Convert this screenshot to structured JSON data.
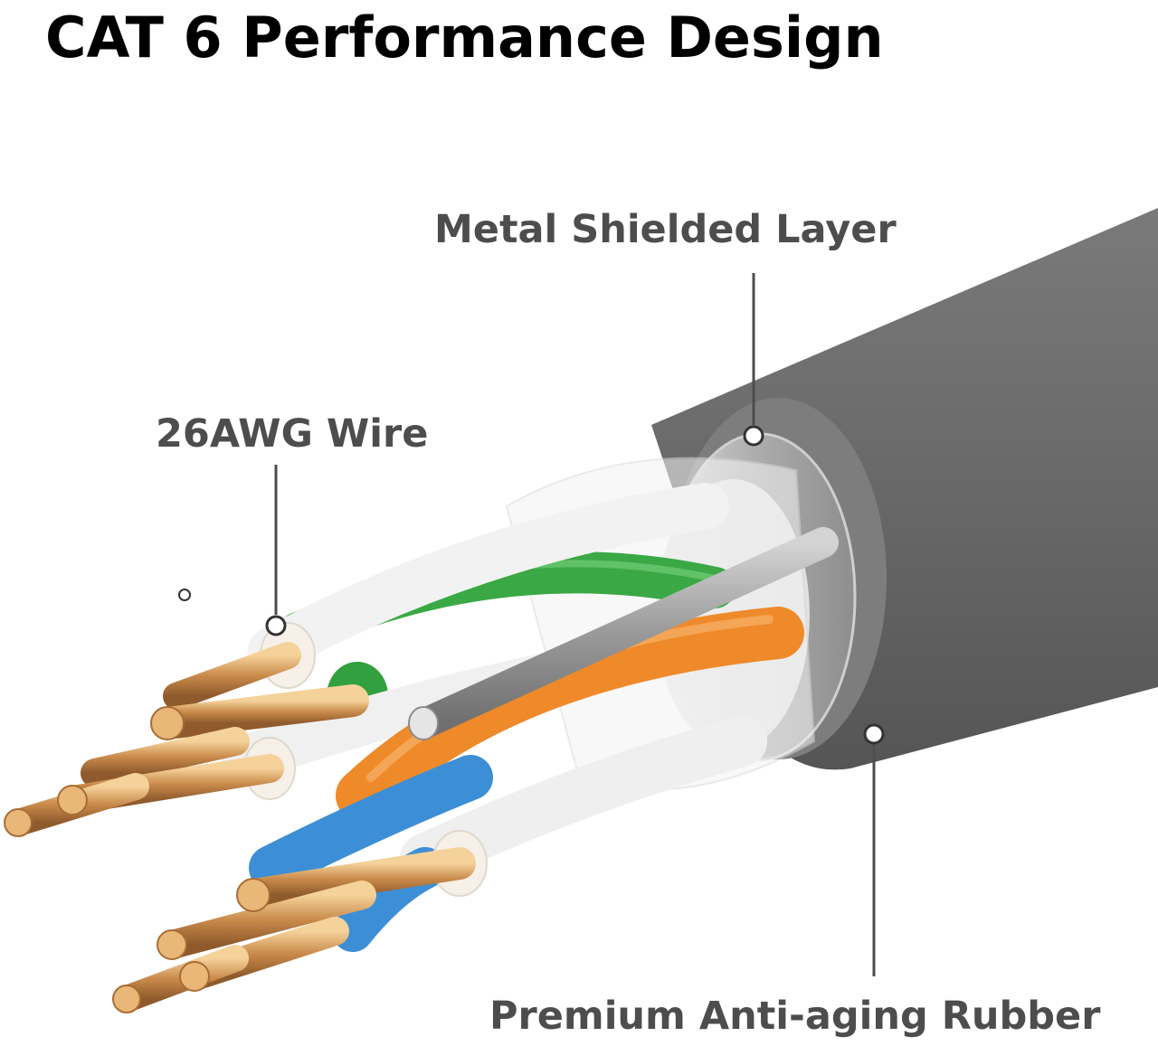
{
  "title": "CAT 6 Performance Design",
  "callouts": {
    "shield": "Metal Shielded Layer",
    "wire": "26AWG Wire",
    "rubber": "Premium Anti-aging Rubber"
  },
  "colors": {
    "jacket": "#6b6b6b",
    "shield_foil": "#b8b8b8",
    "copper": "#c8874a",
    "green_pair": "#3aa845",
    "orange_pair": "#ee8a2a",
    "blue_pair": "#3c8fd6",
    "label_text": "#4d4d4d"
  }
}
